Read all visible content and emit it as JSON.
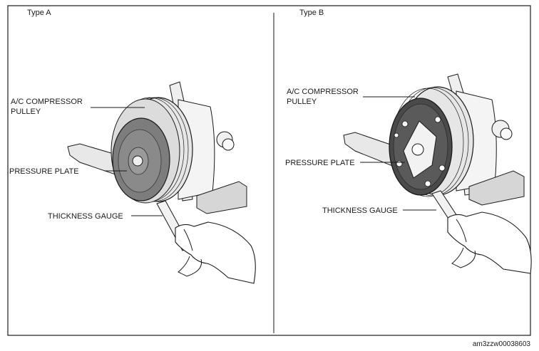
{
  "panels": [
    {
      "title": "Type A",
      "labels": {
        "pulley": [
          "A/C COMPRESSOR",
          "PULLEY"
        ],
        "plate": "PRESSURE PLATE",
        "gauge": "THICKNESS GAUGE"
      }
    },
    {
      "title": "Type B",
      "labels": {
        "pulley": [
          "A/C COMPRESSOR",
          "PULLEY"
        ],
        "plate": "PRESSURE PLATE",
        "gauge": "THICKNESS GAUGE"
      }
    }
  ],
  "figure_id": "am3zzw00038603",
  "colors": {
    "line": "#1a1a1a",
    "pulley_face": "#7d7d7d",
    "plate_dark": "#4a4a4a",
    "belt": "#e8e8e8",
    "bracket": "#d6d6d6"
  }
}
